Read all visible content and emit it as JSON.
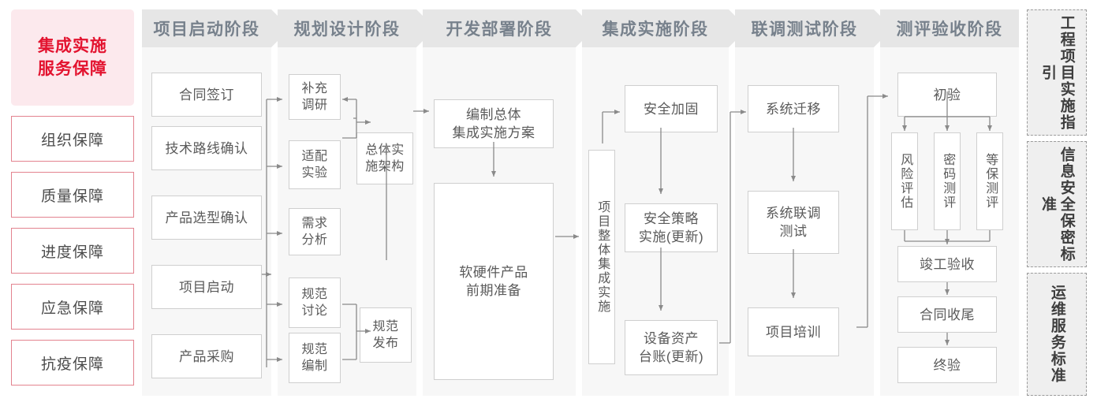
{
  "guarantee_rail": {
    "title": "集成实施\n服务保障",
    "title_line1": "集成实施",
    "title_line2": "服务保障",
    "items": [
      {
        "label": "组织保障"
      },
      {
        "label": "质量保障"
      },
      {
        "label": "进度保障"
      },
      {
        "label": "应急保障"
      },
      {
        "label": "抗疫保障"
      }
    ]
  },
  "phases": [
    {
      "header": "项目启动阶段",
      "nodes": [
        {
          "label": "合同签订"
        },
        {
          "label": "技术路线确认"
        },
        {
          "label": "产品选型确认"
        },
        {
          "label": "项目启动"
        },
        {
          "label": "产品采购"
        }
      ]
    },
    {
      "header": "规划设计阶段",
      "nodes": [
        {
          "label": "补充\n调研"
        },
        {
          "label": "适配\n实验"
        },
        {
          "label": "需求\n分析"
        },
        {
          "label": "规范\n讨论"
        },
        {
          "label": "规范\n编制"
        },
        {
          "label": "总体实\n施架构"
        },
        {
          "label": "规范\n发布"
        }
      ]
    },
    {
      "header": "开发部署阶段",
      "nodes": [
        {
          "label": "编制总体\n集成实施方案"
        },
        {
          "label": "软硬件产品\n前期准备"
        }
      ]
    },
    {
      "header": "集成实施阶段",
      "nodes": [
        {
          "label": "项目整体集成实施"
        },
        {
          "label": "安全加固"
        },
        {
          "label": "安全策略\n实施(更新)"
        },
        {
          "label": "设备资产\n台账(更新)"
        }
      ]
    },
    {
      "header": "联调测试阶段",
      "nodes": [
        {
          "label": "系统迁移"
        },
        {
          "label": "系统联调\n测试"
        },
        {
          "label": "项目培训"
        }
      ]
    },
    {
      "header": "测评验收阶段",
      "nodes": [
        {
          "label": "初验"
        },
        {
          "label": "风险评估"
        },
        {
          "label": "密码测评"
        },
        {
          "label": "等保测评"
        },
        {
          "label": "竣工验收"
        },
        {
          "label": "合同收尾"
        },
        {
          "label": "终验"
        }
      ]
    }
  ],
  "standards_rail": {
    "items": [
      {
        "label": "工程项目实施指引"
      },
      {
        "label": "信息安全保密标准"
      },
      {
        "label": "运维服务标准"
      }
    ]
  },
  "colors": {
    "accent_red": "#e3132f",
    "accent_pink_bg": "#fce9ed",
    "accent_pink_border": "#e3838f",
    "header_bg": "#e6e6e6",
    "header_text": "#77818c",
    "column_bg": "#f7f7f7",
    "node_border": "#cfcfcf",
    "node_text": "#5a5a5a",
    "connector": "#8a8a8a",
    "standard_bg": "#efefef",
    "standard_border": "#9a9a9a"
  }
}
